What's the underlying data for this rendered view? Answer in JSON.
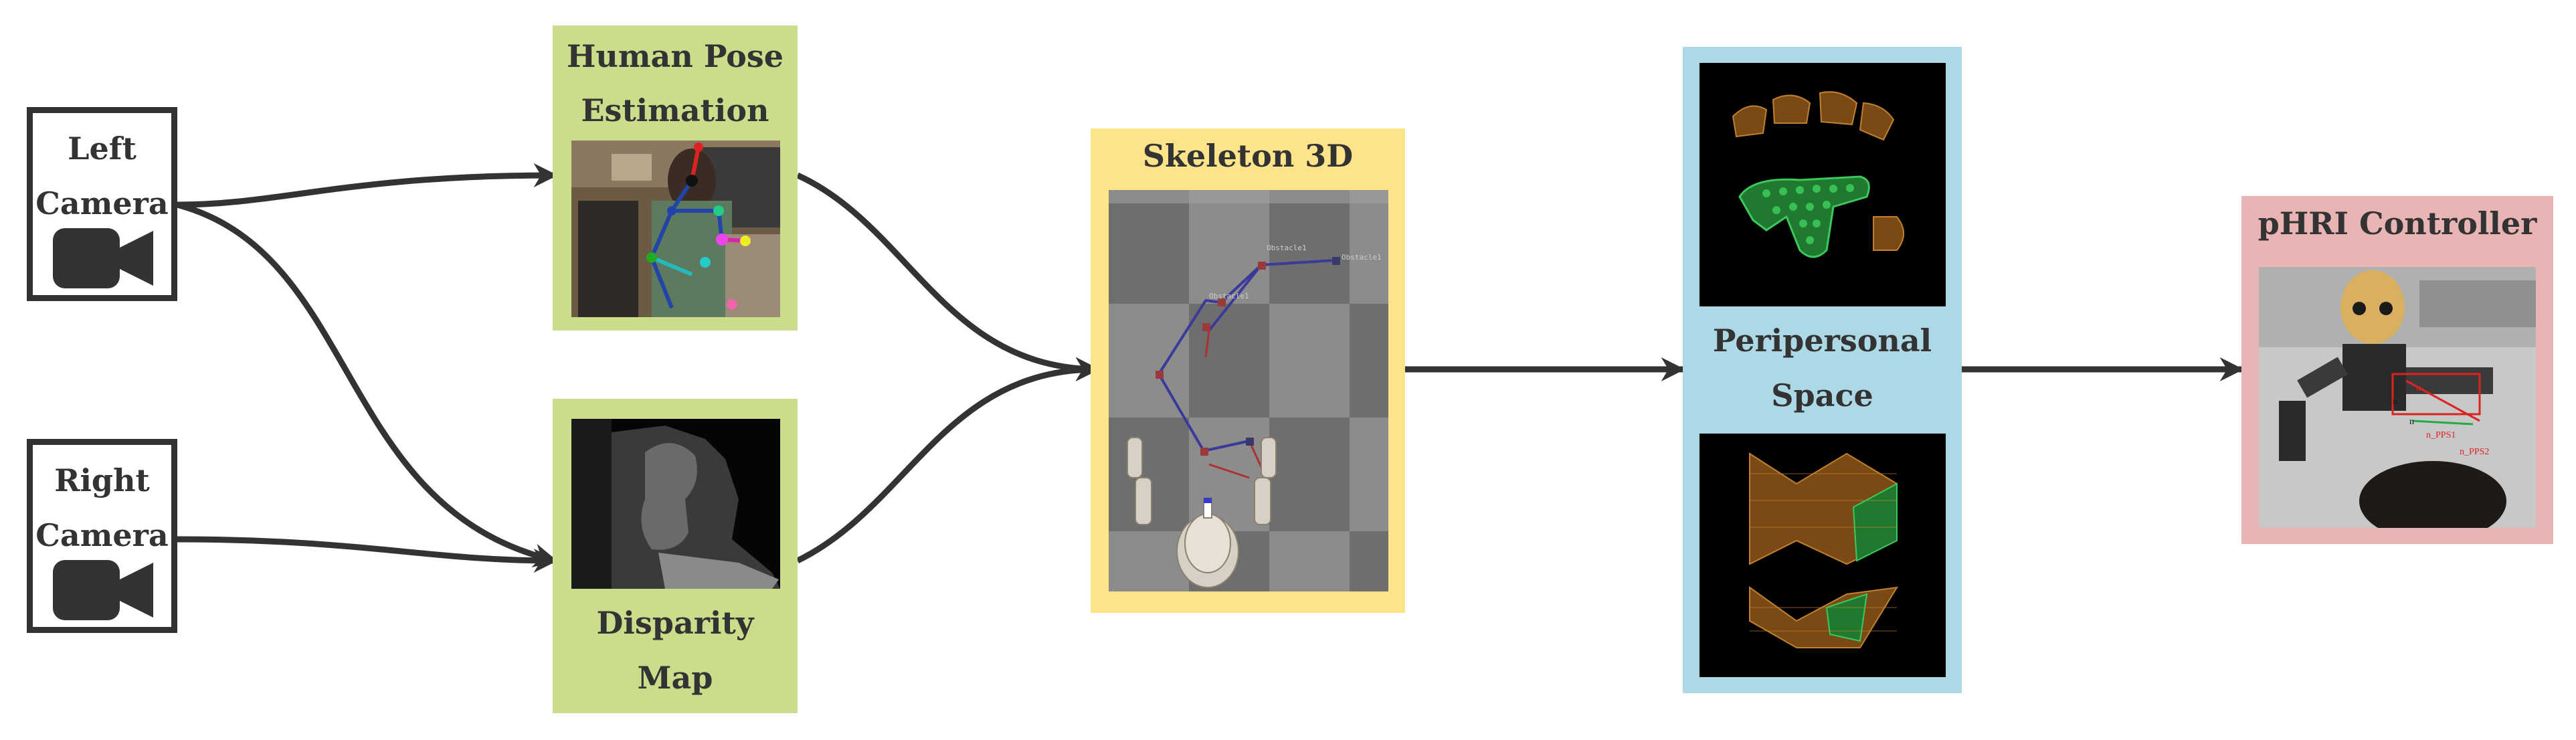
{
  "colors": {
    "stroke": "#333333",
    "green_panel": "#cbdd8a",
    "yellow_panel": "#fde48a",
    "blue_panel": "#add8e6",
    "pink_panel": "#e8b4b4",
    "pps_green": "#3cc85a",
    "pps_brown": "#a0641e"
  },
  "left_camera": {
    "line1": "Left",
    "line2": "Camera",
    "icon": "video-camera-icon"
  },
  "right_camera": {
    "line1": "Right",
    "line2": "Camera",
    "icon": "video-camera-icon"
  },
  "pose": {
    "line1": "Human Pose",
    "line2": "Estimation"
  },
  "disparity": {
    "line1": "Disparity",
    "line2": "Map"
  },
  "skeleton": {
    "title": "Skeleton 3D",
    "tag1": "Obstacle1",
    "tag2": "Obstacle1",
    "tag3": "Obstacle1"
  },
  "pps": {
    "line1": "Peripersonal",
    "line2": "Space"
  },
  "phri": {
    "title": "pHRI Controller",
    "label1": "n",
    "label2": "n",
    "label3": "n",
    "label4": "n_PPS1",
    "label5": "n_PPS2"
  }
}
